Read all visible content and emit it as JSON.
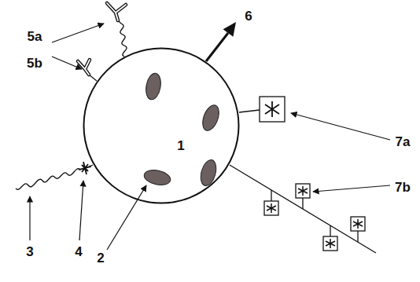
{
  "diagram": {
    "nodes": [
      {
        "text": [
          "1"
        ]
      }
    ],
    "labels": [
      "2",
      "3",
      "4",
      "5a",
      "5b",
      "6",
      "7a",
      "7b"
    ]
  }
}
